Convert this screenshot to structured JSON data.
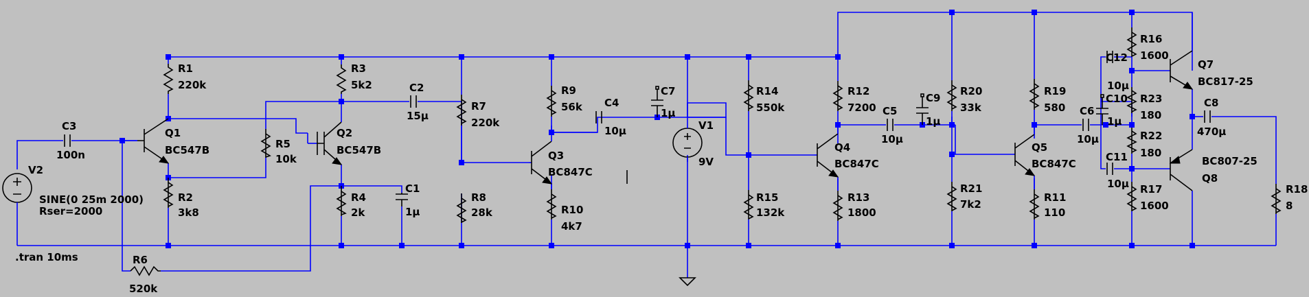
{
  "colors": {
    "background": "#c0c0c0",
    "wire": "#0000ff",
    "component": "#000000"
  },
  "directive": ".tran 10ms",
  "components": {
    "V2": {
      "name": "V2",
      "value": "SINE(0 25m 2000)",
      "value2": "Rser=2000"
    },
    "V1": {
      "name": "V1",
      "value": "9V"
    },
    "C3": {
      "name": "C3",
      "value": "100n"
    },
    "C2": {
      "name": "C2",
      "value": "15µ"
    },
    "C1": {
      "name": "C1",
      "value": "1µ"
    },
    "C4": {
      "name": "C4",
      "value": "10µ"
    },
    "C7": {
      "name": "C7",
      "value": "1µ"
    },
    "C5": {
      "name": "C5",
      "value": "10µ"
    },
    "C9": {
      "name": "C9",
      "value": "1µ"
    },
    "C6": {
      "name": "C6",
      "value": "10µ"
    },
    "C10": {
      "name": "C10",
      "value": "1µ"
    },
    "C12": {
      "name": "C12",
      "value": "10µ"
    },
    "C11": {
      "name": "C11",
      "value": "10µ"
    },
    "C8": {
      "name": "C8",
      "value": "470µ"
    },
    "R1": {
      "name": "R1",
      "value": "220k"
    },
    "R2": {
      "name": "R2",
      "value": "3k8"
    },
    "R3": {
      "name": "R3",
      "value": "5k2"
    },
    "R4": {
      "name": "R4",
      "value": "2k"
    },
    "R5": {
      "name": "R5",
      "value": "10k"
    },
    "R6": {
      "name": "R6",
      "value": "520k"
    },
    "R7": {
      "name": "R7",
      "value": "220k"
    },
    "R8": {
      "name": "R8",
      "value": "28k"
    },
    "R9": {
      "name": "R9",
      "value": "56k"
    },
    "R10": {
      "name": "R10",
      "value": "4k7"
    },
    "R14": {
      "name": "R14",
      "value": "550k"
    },
    "R15": {
      "name": "R15",
      "value": "132k"
    },
    "R12": {
      "name": "R12",
      "value": "7200"
    },
    "R13": {
      "name": "R13",
      "value": "1800"
    },
    "R20": {
      "name": "R20",
      "value": "33k"
    },
    "R21": {
      "name": "R21",
      "value": "7k2"
    },
    "R19": {
      "name": "R19",
      "value": "580"
    },
    "R11": {
      "name": "R11",
      "value": "110"
    },
    "R16": {
      "name": "R16",
      "value": "1600"
    },
    "R23": {
      "name": "R23",
      "value": "180"
    },
    "R22": {
      "name": "R22",
      "value": "180"
    },
    "R17": {
      "name": "R17",
      "value": "1600"
    },
    "R18": {
      "name": "R18",
      "value": "8"
    },
    "Q1": {
      "name": "Q1",
      "value": "BC547B"
    },
    "Q2": {
      "name": "Q2",
      "value": "BC547B"
    },
    "Q3": {
      "name": "Q3",
      "value": "BC847C"
    },
    "Q4": {
      "name": "Q4",
      "value": "BC847C"
    },
    "Q5": {
      "name": "Q5",
      "value": "BC847C"
    },
    "Q7": {
      "name": "Q7",
      "value": "BC817-25"
    },
    "Q8": {
      "name": "Q8",
      "value": "BC807-25"
    }
  }
}
